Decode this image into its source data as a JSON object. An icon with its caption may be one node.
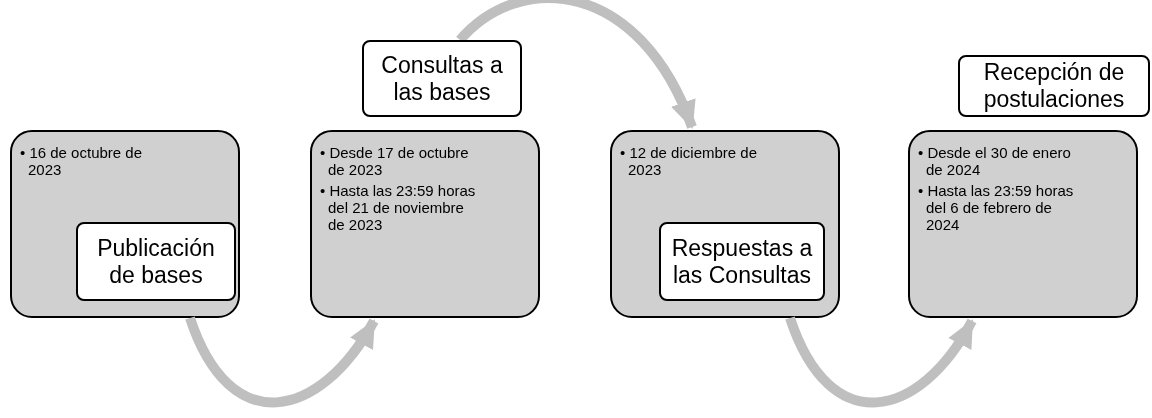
{
  "diagram": {
    "nodes": [
      {
        "text": [
          "• 16 de octubre de 2023"
        ]
      },
      {
        "text": [
          "Publicación de bases"
        ],
        "in": 0
      },
      {
        "text": [
          "Consultas a las bases"
        ]
      },
      {
        "text": [
          "• Desde 17 de octubre de 2023",
          "• Hasta las 23:59 horas del 21 de noviembre de 2023"
        ]
      },
      {
        "text": [
          "• 12 de diciembre de 2023"
        ]
      },
      {
        "text": [
          "Respuestas a las Consultas"
        ],
        "in": 4
      },
      {
        "text": [
          "Recepción de postulaciones"
        ]
      },
      {
        "text": [
          "• Desde el 30 de enero de 2024",
          "• Hasta las 23:59 horas del 6 de febrero de 2024"
        ]
      }
    ],
    "edges": [
      {
        "from": 0,
        "to": 3,
        "arrow": "to"
      },
      {
        "from": 2,
        "to": 4,
        "arrow": "to"
      },
      {
        "from": 4,
        "to": 7,
        "arrow": "to"
      }
    ]
  }
}
